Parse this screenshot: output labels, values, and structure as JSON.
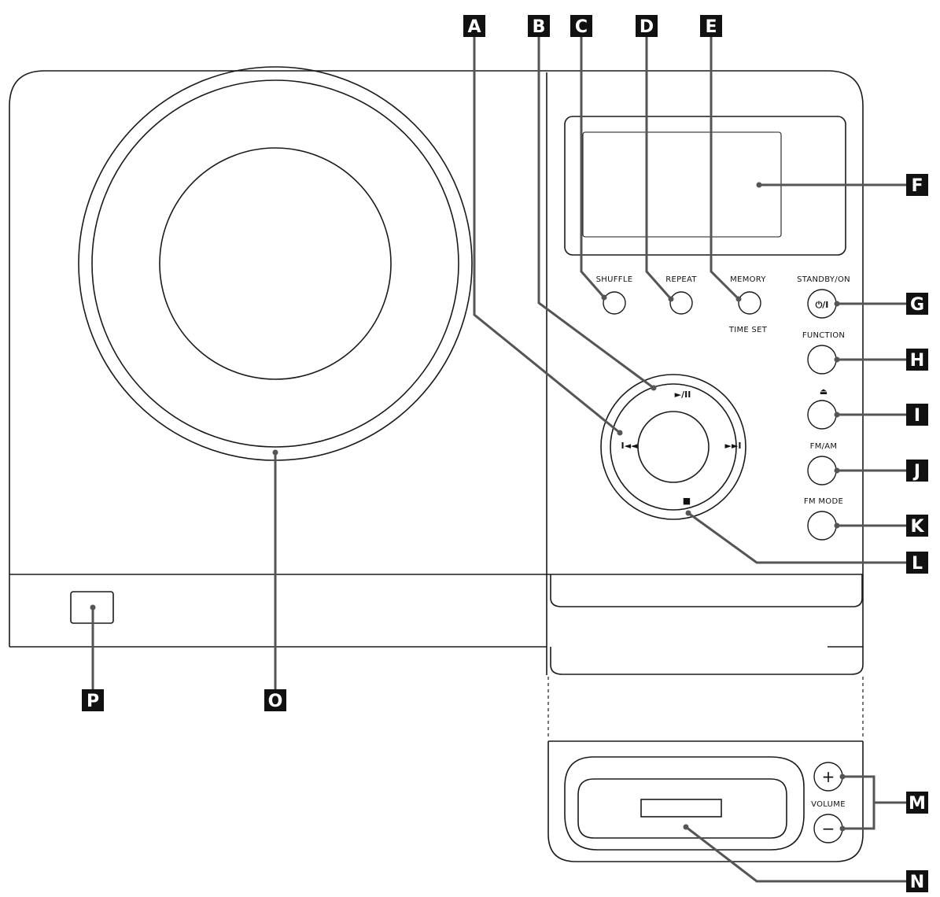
{
  "callouts": {
    "A": "A",
    "B": "B",
    "C": "C",
    "D": "D",
    "E": "E",
    "F": "F",
    "G": "G",
    "H": "H",
    "I": "I",
    "J": "J",
    "K": "K",
    "L": "L",
    "M": "M",
    "N": "N",
    "O": "O",
    "P": "P"
  },
  "buttons": {
    "shuffle": "SHUFFLE",
    "repeat": "REPEAT",
    "memory": "MEMORY",
    "time_set": "TIME SET",
    "standby_on": "STANDBY/ON",
    "standby_symbol": "⏻/I",
    "function": "FUNCTION",
    "eject_symbol": "⏏",
    "fm_am": "FM/AM",
    "fm_mode": "FM MODE",
    "volume": "VOLUME",
    "volume_plus": "+",
    "volume_minus": "−"
  },
  "transport": {
    "play_pause": "►/II",
    "skip_back": "I◄◄",
    "skip_forward": "►►I",
    "stop": "■"
  }
}
